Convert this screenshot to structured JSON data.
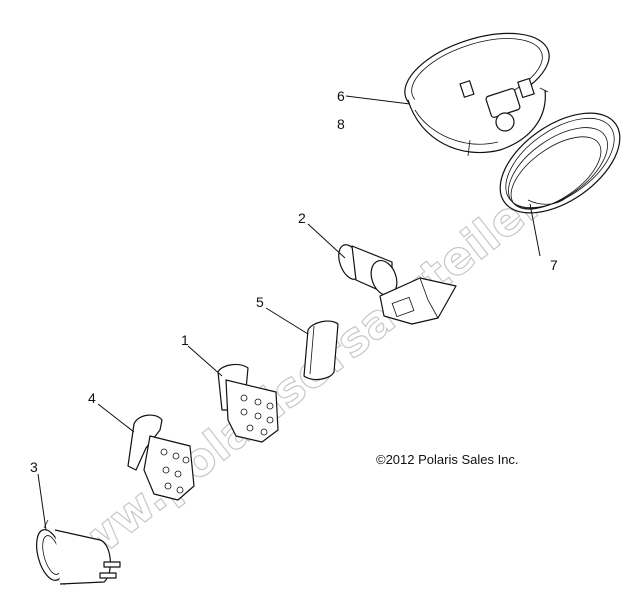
{
  "callouts": {
    "c1": "1",
    "c2": "2",
    "c3": "3",
    "c4": "4",
    "c5": "5",
    "c6": "6",
    "c7": "7",
    "c8": "8"
  },
  "copyright": "©2012 Polaris Sales Inc.",
  "watermark": "www.polarisersatzteile.de"
}
